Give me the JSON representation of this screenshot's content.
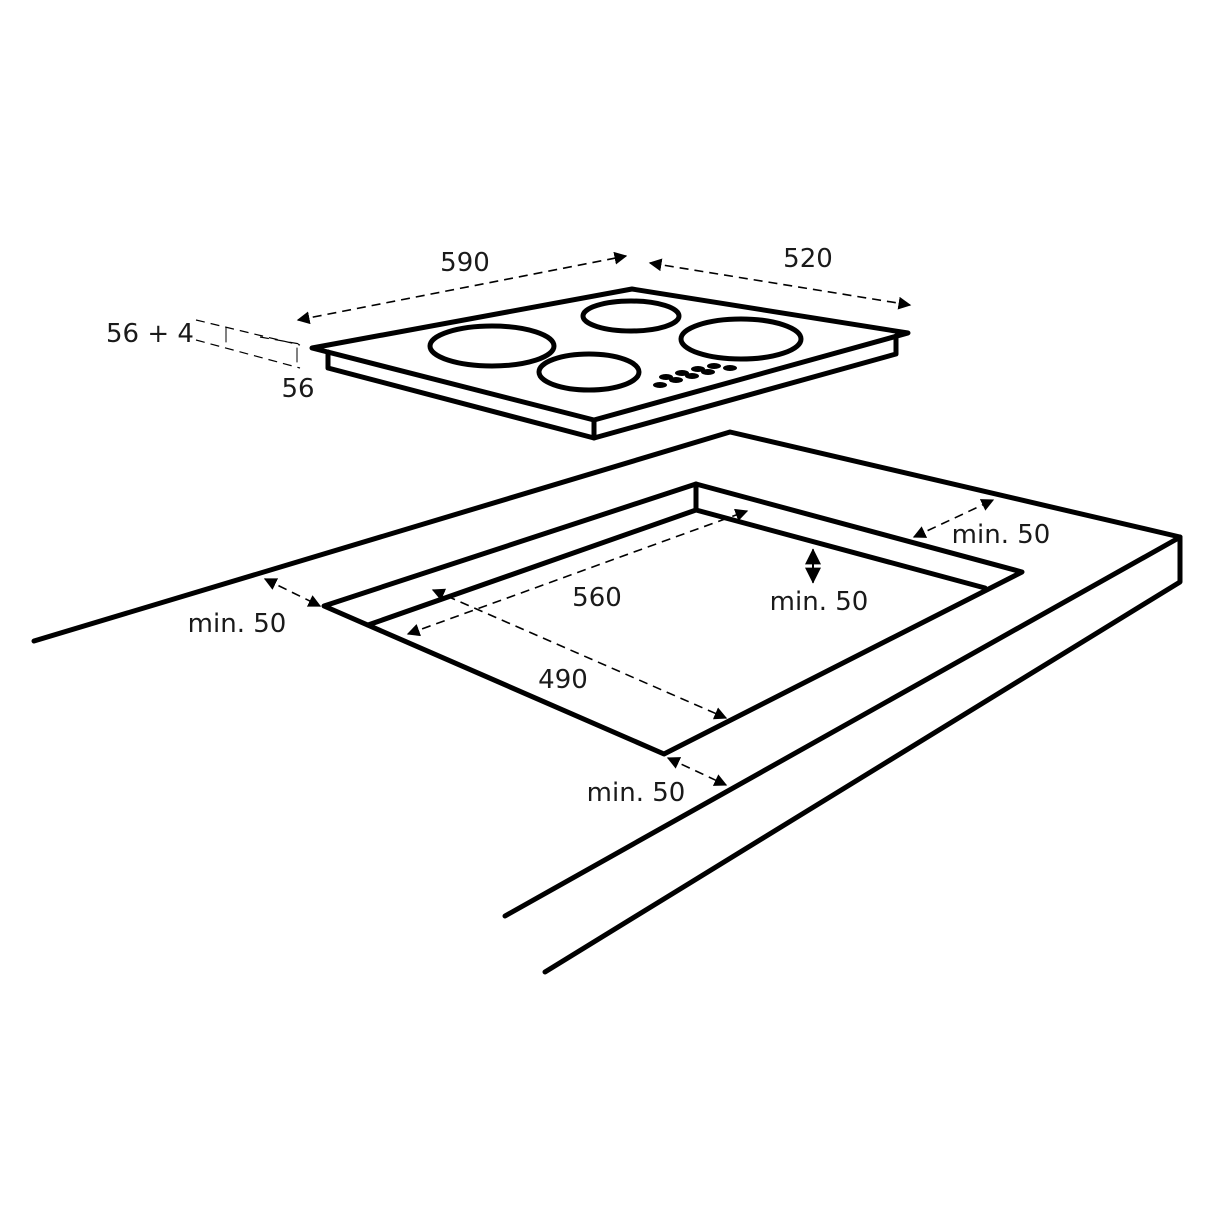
{
  "hob": {
    "width_label": "590",
    "depth_label": "520",
    "thickness_total_label": "56 + 4",
    "thickness_label": "56",
    "burners": 4
  },
  "cutout": {
    "width_label": "560",
    "depth_label": "490",
    "clearance_left_label": "min. 50",
    "clearance_back_label": "min. 50",
    "clearance_side_label": "min. 50",
    "clearance_front_label": "min. 50"
  },
  "colors": {
    "line": "#000000",
    "background": "#ffffff"
  }
}
